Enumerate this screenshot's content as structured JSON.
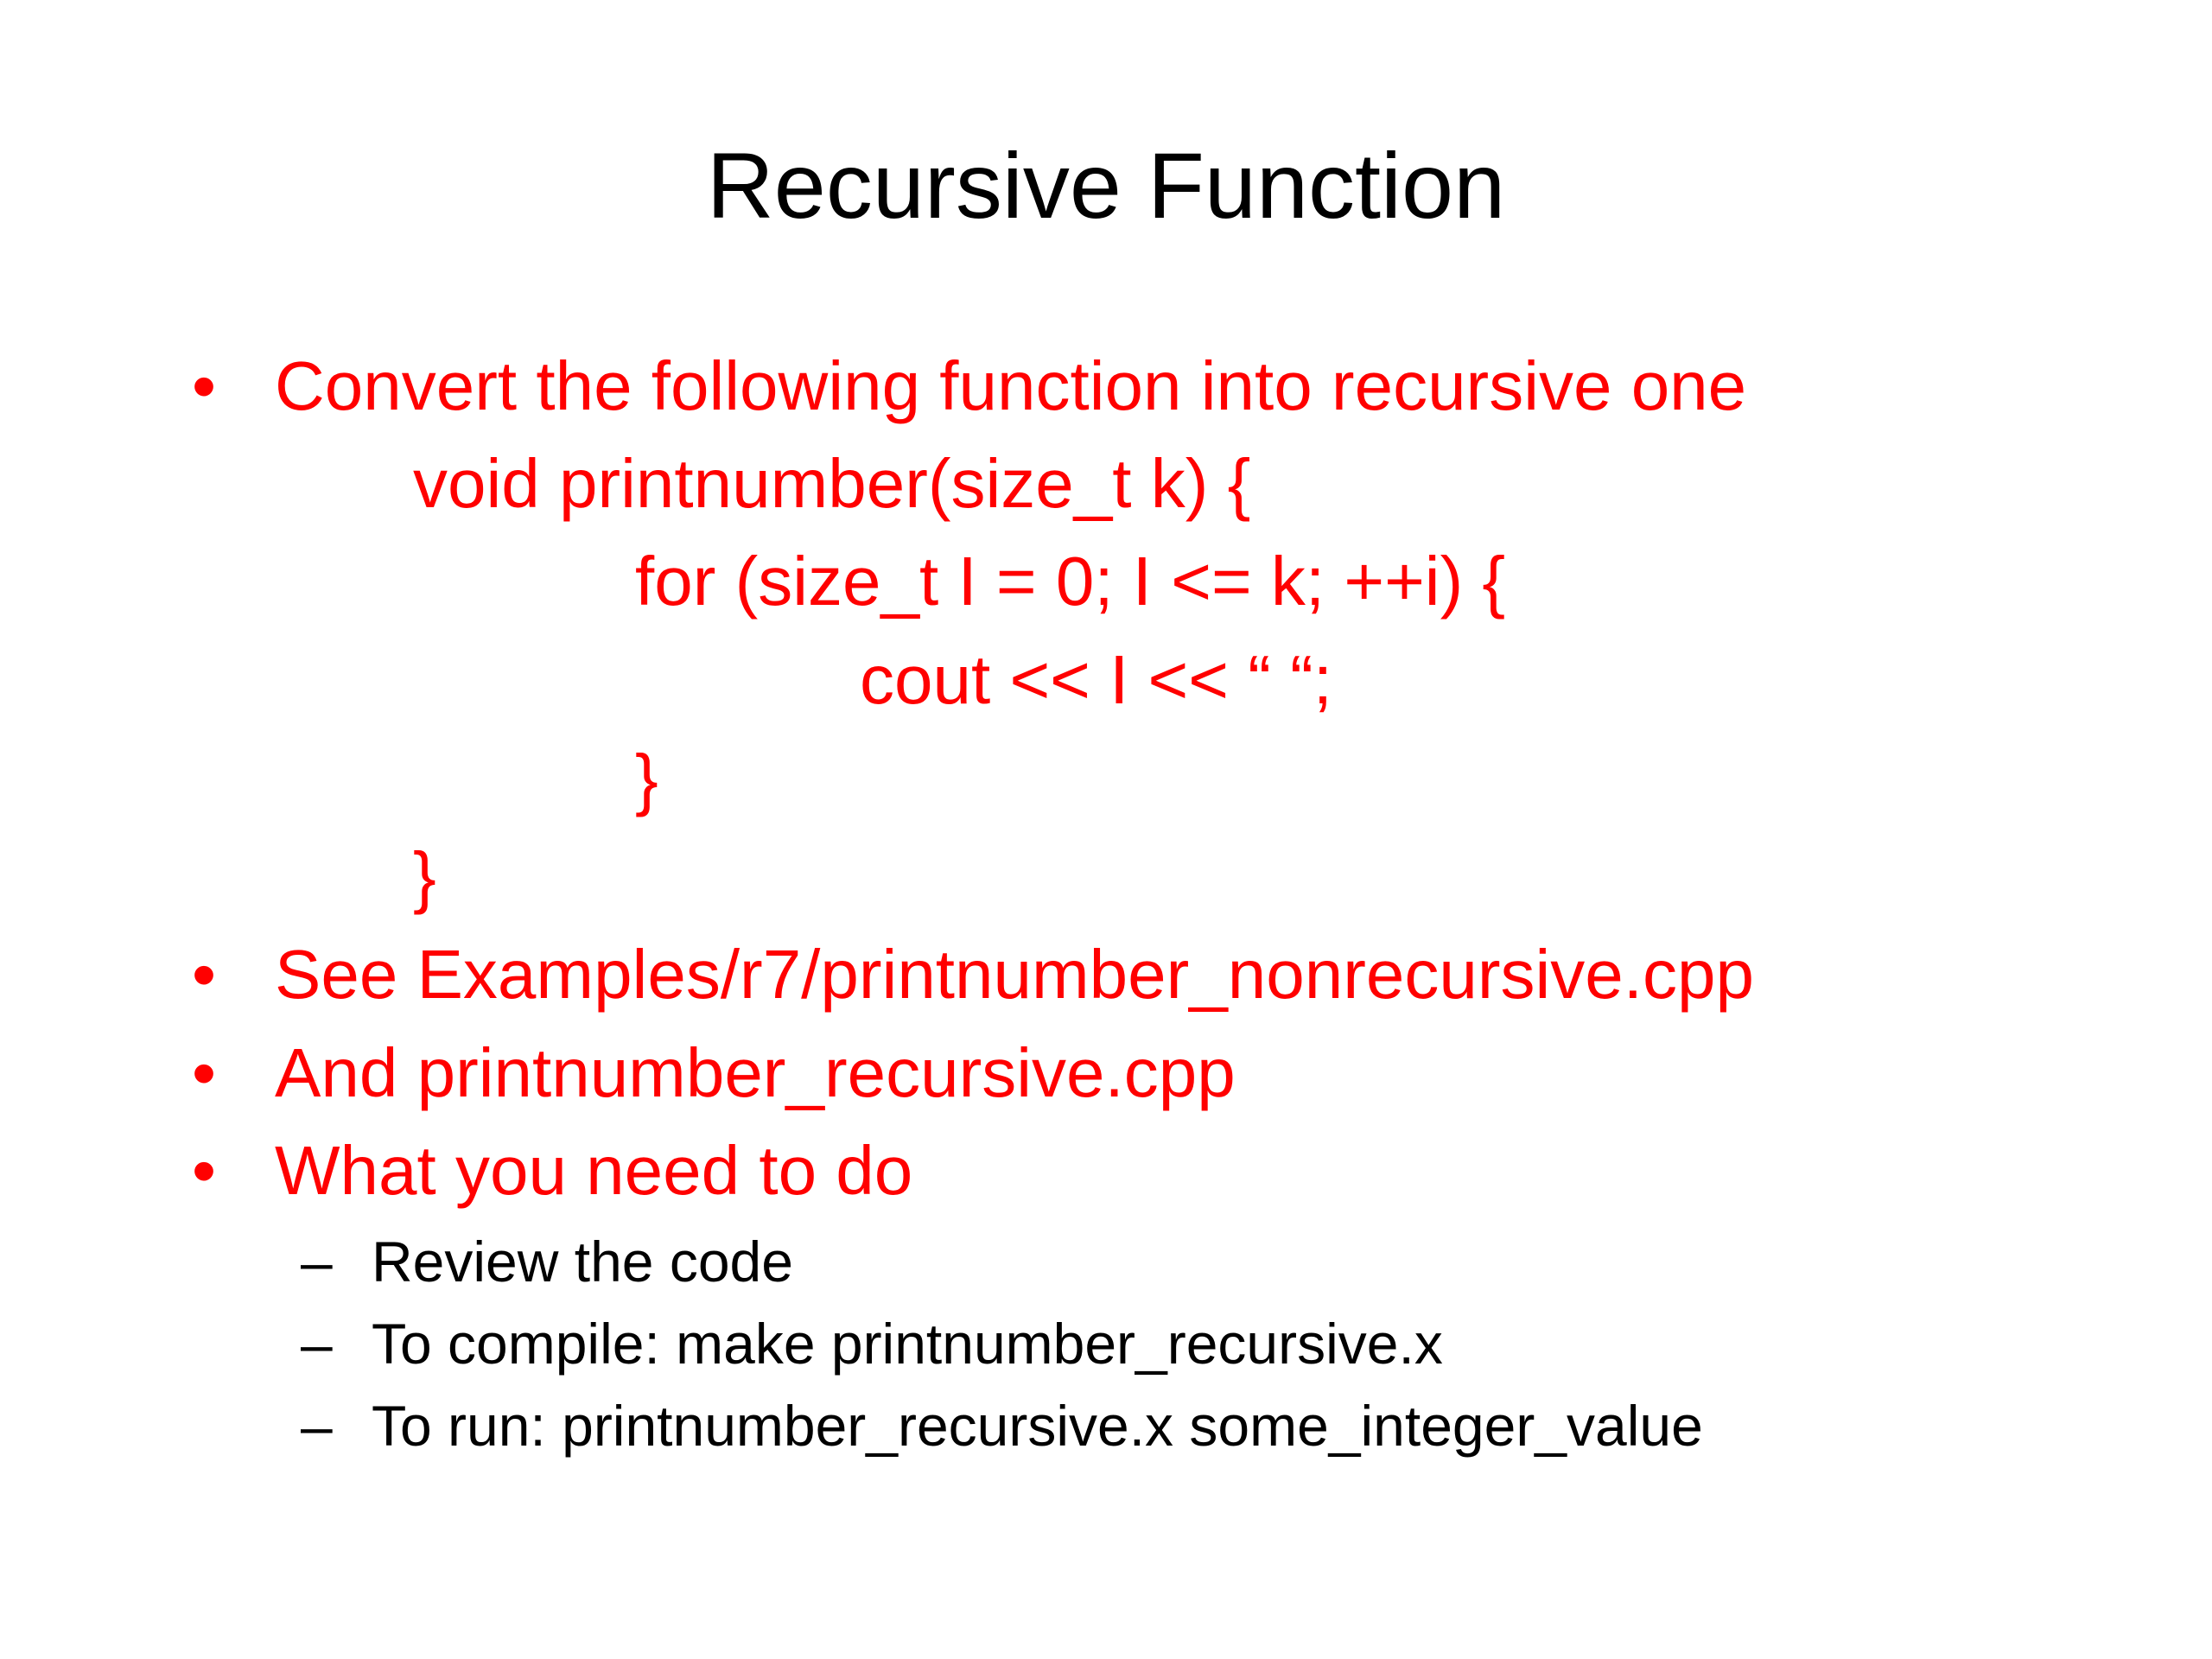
{
  "slide": {
    "title": "Recursive Function",
    "bullet_symbol": "•",
    "dash_symbol": "–",
    "bullets": [
      {
        "text": "Convert the following function into recursive one"
      },
      {
        "text": "See Examples/r7/printnumber_nonrecursive.cpp"
      },
      {
        "text": "And printnumber_recursive.cpp"
      },
      {
        "text": "What you need to do"
      }
    ],
    "code": [
      "void printnumber(size_t k) {",
      "for (size_t I = 0; I <= k; ++i) {",
      "cout << I << “ “;",
      "}",
      "}"
    ],
    "subitems": [
      "Review the code",
      "To compile: make printnumber_recursive.x",
      "To run: printnumber_recursive.x some_integer_value"
    ],
    "colors": {
      "accent": "#ff0000",
      "text": "#000000",
      "background": "#ffffff"
    }
  }
}
